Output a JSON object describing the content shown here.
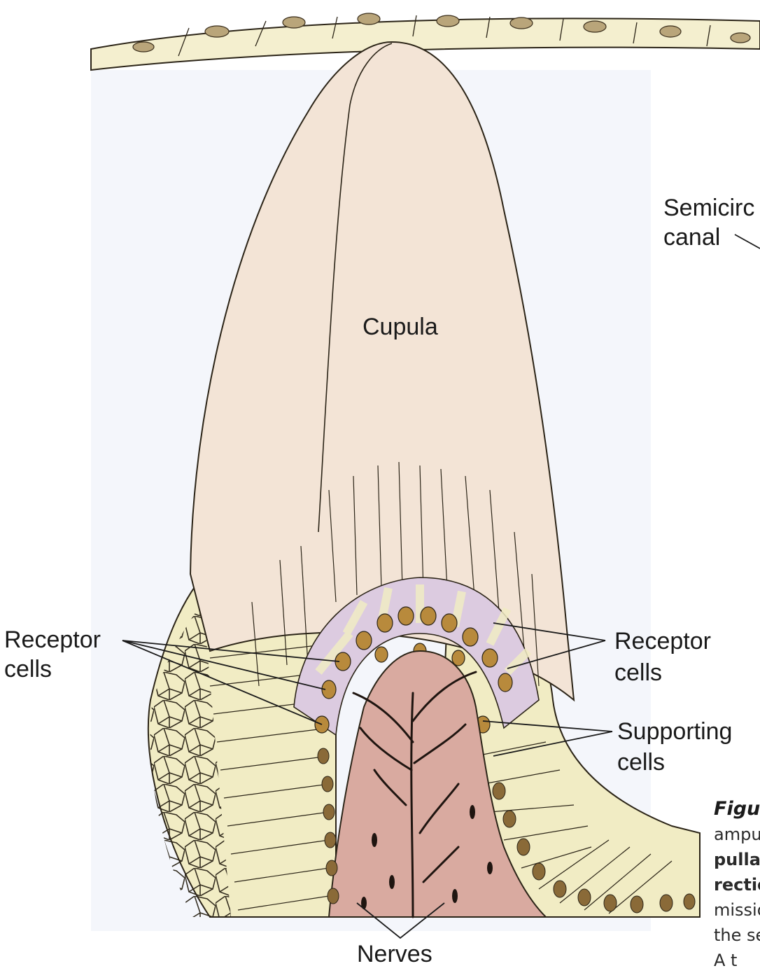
{
  "labels": {
    "semicircular_line1": "Semicirc",
    "semicircular_line2": "canal",
    "cupula": "Cupula",
    "receptor_left_line1": "Receptor",
    "receptor_left_line2": "cells",
    "receptor_right_line1": "Receptor",
    "receptor_right_line2": "cells",
    "supporting_line1": "Supporting",
    "supporting_line2": "cells",
    "nerves": "Nerves"
  },
  "caption": {
    "line1": "Figu",
    "line2": "ampu",
    "line3": "pulla",
    "line4": "rectio",
    "line5": "missio",
    "line6": "the se",
    "line7": "A t"
  },
  "colors": {
    "cupula": "#f3e4d6",
    "epithelium": "#f1ecc4",
    "nerve_tissue": "#d9aaa0",
    "receptor_band": "#dccbe0",
    "nucleus": "#b88a3c",
    "membrane": "#f4efcf",
    "background_wash": "#f4f6fb"
  }
}
